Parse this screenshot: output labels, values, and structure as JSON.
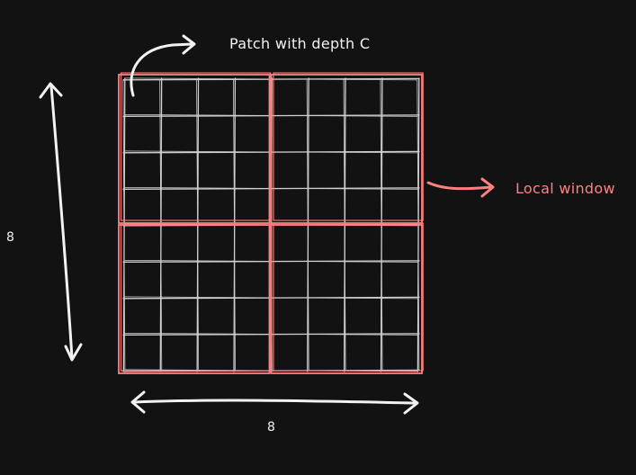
{
  "colors": {
    "background": "#121212",
    "ink": "#f2f2f2",
    "grid": "#cfcfcf",
    "window": "#ff8080"
  },
  "annotations": {
    "patch_label": "Patch with depth C",
    "window_label": "Local window",
    "height_label": "8",
    "width_label": "8"
  },
  "grid": {
    "rows": 8,
    "cols": 8,
    "window_rows": 2,
    "window_cols": 2
  },
  "icons": {
    "patch_arrow": "curved-arrow-icon",
    "window_arrow": "arrow-right-icon",
    "height_arrow": "double-arrow-vertical-icon",
    "width_arrow": "double-arrow-horizontal-icon"
  }
}
